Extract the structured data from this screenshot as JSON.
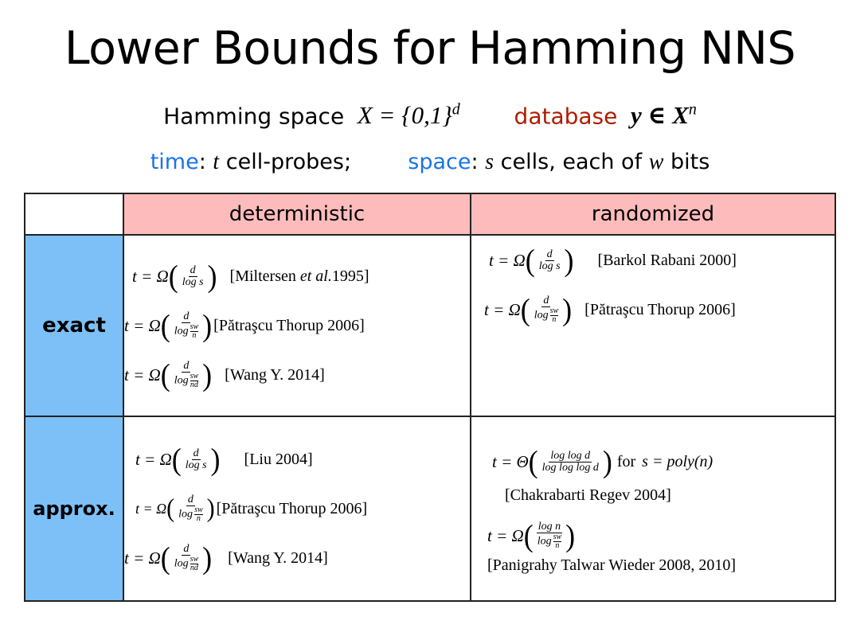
{
  "title": "Lower Bounds for Hamming NNS",
  "line1": {
    "space_label": "Hamming space",
    "space_math": "X = {0,1}",
    "space_exp": "d",
    "db_label": "database",
    "db_math": "y ∈ X",
    "db_exp": "n"
  },
  "line2": {
    "time_label": "time",
    "time_var": "t",
    "time_text": "cell-probes;",
    "space_label": "space",
    "space_var": "s",
    "space_text_a": "cells,  each of",
    "space_var2": "w",
    "space_text_b": "bits"
  },
  "table": {
    "col_headers": [
      "deterministic",
      "randomized"
    ],
    "row_headers": [
      "exact",
      "approx."
    ],
    "cells": {
      "exact_det": [
        {
          "lhs": "t = Ω",
          "num": "d",
          "den": "log s",
          "cite": "[Miltersen",
          "cite_it": "et al.",
          "cite_end": "1995]"
        },
        {
          "lhs": "t = Ω",
          "num": "d",
          "den": "log",
          "den_frac_n": "sw",
          "den_frac_d": "n",
          "cite": "[Pătraşcu Thorup 2006]"
        },
        {
          "lhs": "t = Ω",
          "num": "d",
          "den": "log",
          "den_frac_n": "sw",
          "den_frac_d": "nd",
          "cite": "[Wang Y. 2014]"
        }
      ],
      "exact_rand": [
        {
          "lhs": "t = Ω",
          "num": "d",
          "den": "log s",
          "cite": "[Barkol Rabani 2000]"
        },
        {
          "lhs": "t = Ω",
          "num": "d",
          "den": "log",
          "den_frac_n": "sw",
          "den_frac_d": "n",
          "cite": "[Pătraşcu Thorup 2006]"
        }
      ],
      "approx_det": [
        {
          "lhs": "t = Ω",
          "num": "d",
          "den": "log s",
          "cite": "[Liu 2004]"
        },
        {
          "lhs": "t = Ω",
          "num": "d",
          "den": "log",
          "den_frac_n": "sw",
          "den_frac_d": "n",
          "cite": "[Pătraşcu Thorup 2006]"
        },
        {
          "lhs": "t = Ω",
          "num": "d",
          "den": "log",
          "den_frac_n": "sw",
          "den_frac_d": "nd",
          "cite": "[Wang Y. 2014]"
        }
      ],
      "approx_rand": {
        "f1_lhs": "t = Θ",
        "f1_num": "log log d",
        "f1_den": "log log log d",
        "f1_for": "for",
        "f1_cond": "s = poly(n)",
        "c1": "[Chakrabarti Regev 2004]",
        "f2_lhs": "t = Ω",
        "f2_num": "log n",
        "f2_den": "log",
        "f2_den_frac_n": "sw",
        "f2_den_frac_d": "n",
        "c2": "[Panigrahy Talwar Wieder 2008, 2010]"
      }
    }
  }
}
